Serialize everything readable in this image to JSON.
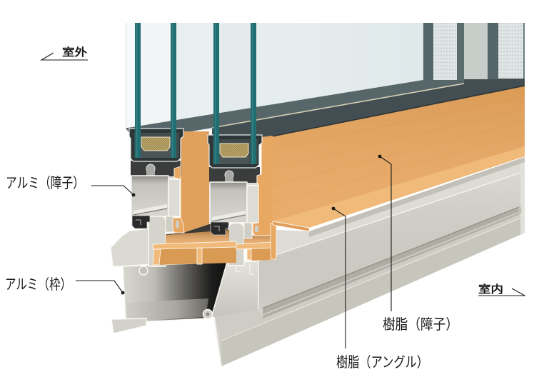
{
  "orientation": {
    "outdoor": "室外",
    "indoor": "室内"
  },
  "callouts": {
    "aluminum_sash": "アルミ（障子）",
    "aluminum_frame": "アルミ（枠）",
    "resin_sash": "樹脂（障子）",
    "resin_angle": "樹脂（アングル）"
  },
  "colors": {
    "aluminum": "#d3d2ca",
    "resin": "#e8a862",
    "resin_light": "#f0ba7a",
    "glass_edge": "#1f6e72",
    "glass": "#dfe8ea",
    "sash_rail": "#576769",
    "label_text": "#1a1a1a"
  }
}
